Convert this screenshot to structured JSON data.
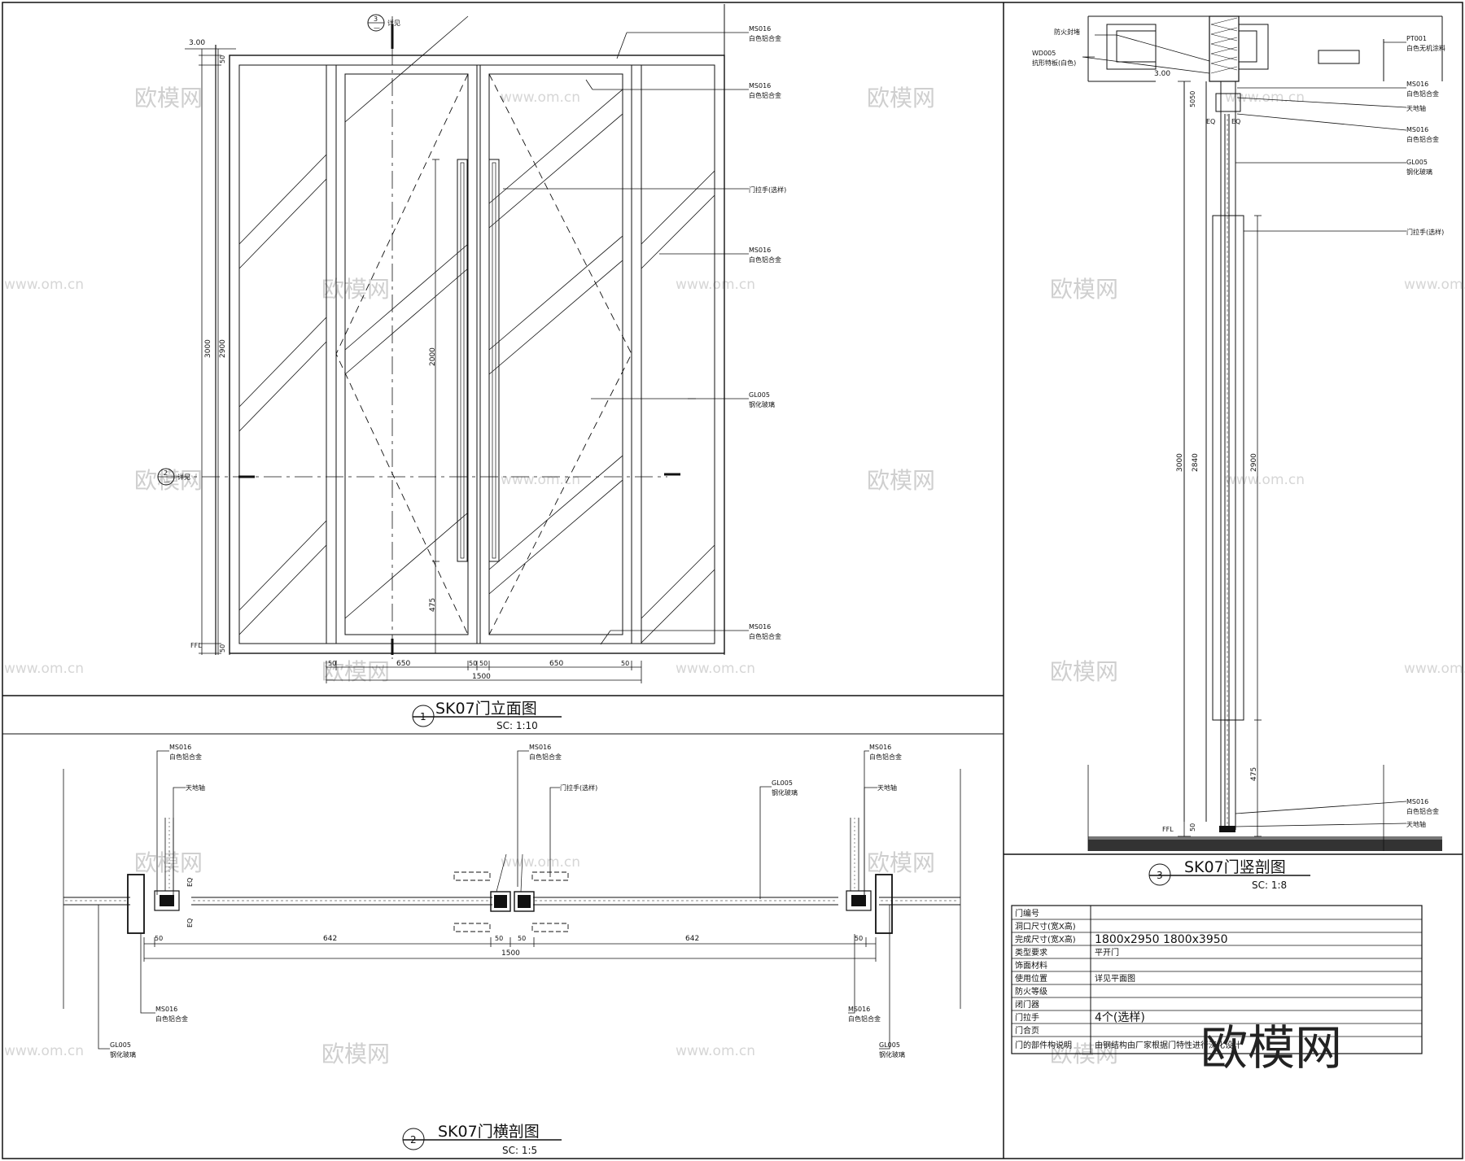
{
  "views": {
    "elevation": {
      "number": "1",
      "title": "SK07门立面图",
      "scale": "SC: 1:10"
    },
    "plan": {
      "number": "2",
      "title": "SK07门横剖图",
      "scale": "SC: 1:5"
    },
    "vertical": {
      "number": "3",
      "title": "SK07门竖剖图",
      "scale": "SC: 1:8"
    }
  },
  "callouts": {
    "ms016": "MS016",
    "ms016_label": "白色铝合金",
    "gl005": "GL005",
    "gl005_label": "钢化玻璃",
    "handle": "门拉手(选样)",
    "pivot": "天地轴",
    "pt001": "PT001",
    "pt001_label": "白色无机涂料",
    "fire_wall": "防火封堵",
    "wood": "WD005",
    "wood_label": "抗形特板(白色)",
    "detail_ref_num": "3",
    "detail_ref_sub": "—",
    "detail_ref_label": "详见",
    "detail_ref2_num": "2",
    "detail_ref2_sub": "—",
    "ffl": "FFL",
    "eq": "EQ"
  },
  "dims": {
    "elev_top": "3.00",
    "elev_h1": "3000",
    "elev_h2": "2900",
    "elev_50a": "50",
    "elev_50b": "50",
    "elev_handle": "2000",
    "elev_475": "475",
    "elev_w": [
      "50",
      "650",
      "50",
      "50",
      "650",
      "50"
    ],
    "elev_total": "1500",
    "plan_50a": "50",
    "plan_642a": "642",
    "plan_50b": "50",
    "plan_50c": "50",
    "plan_642b": "642",
    "plan_50d": "50",
    "plan_total": "1500",
    "vert_top": "3.00",
    "vert_3000": "3000",
    "vert_2840": "2840",
    "vert_2900": "2900",
    "vert_475": "475",
    "vert_50": "50",
    "vert_5050": "5050"
  },
  "table": {
    "rows": [
      {
        "label": "门编号",
        "value": ""
      },
      {
        "label": "洞口尺寸(宽X高)",
        "value": ""
      },
      {
        "label": "完成尺寸(宽X高)",
        "value": "1800x2950 1800x3950"
      },
      {
        "label": "类型要求",
        "value": "平开门"
      },
      {
        "label": "饰面材料",
        "value": ""
      },
      {
        "label": "使用位置",
        "value": "详见平面图"
      },
      {
        "label": "防火等级",
        "value": ""
      },
      {
        "label": "闭门器",
        "value": ""
      },
      {
        "label": "门拉手",
        "value": "4个(选样)"
      },
      {
        "label": "门合页",
        "value": ""
      },
      {
        "label": "门的部件构说明",
        "value": "由钢结构由厂家根据门特性进行深化设计"
      }
    ]
  },
  "brand": "欧模网",
  "watermark": "欧模网",
  "watermark_url": "www.om.cn"
}
